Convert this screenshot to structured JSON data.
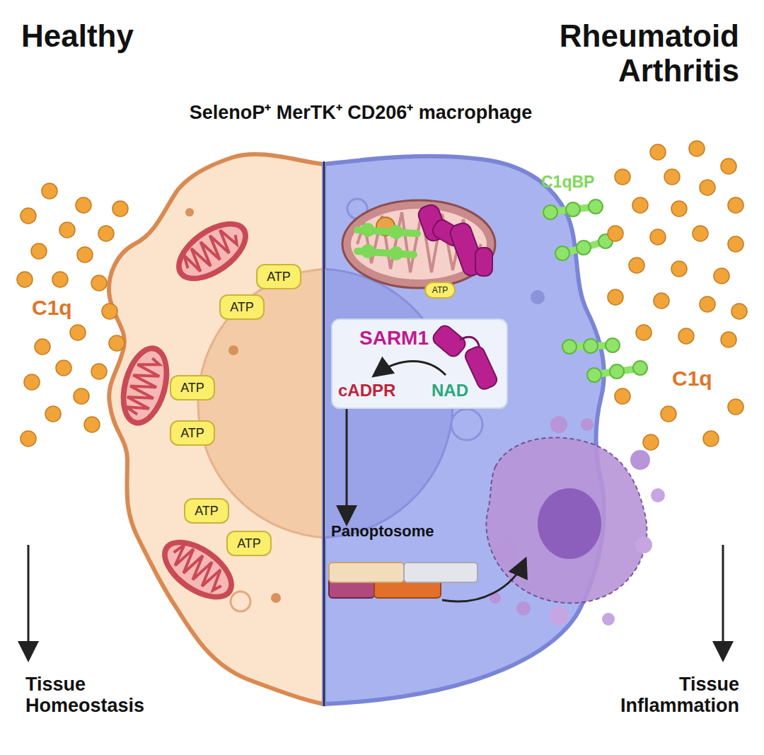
{
  "diagram": {
    "title": "SelenoP⁺ MerTK⁺ CD206⁺ macrophage",
    "nodes": [
      {
        "text": [
          "ATP"
        ]
      },
      {
        "text": [
          "ATP"
        ]
      },
      {
        "text": [
          "ATP"
        ]
      },
      {
        "text": [
          "ATP"
        ]
      },
      {
        "text": [
          "ATP"
        ]
      },
      {
        "text": [
          "ATP"
        ]
      },
      {
        "text": [
          "ATP"
        ]
      },
      {
        "text": [
          "SARM1",
          "cADPR",
          "NAD"
        ]
      },
      {
        "text": [
          "Panoptosome"
        ]
      }
    ],
    "edges": [
      {
        "from": 7,
        "to": 8,
        "arrow": "to"
      }
    ],
    "labels": [
      "Healthy",
      "Rheumatoid Arthritis",
      "C1q",
      "C1q",
      "C1qBP",
      "Tissue Homeostasis",
      "Tissue Inflammation"
    ]
  }
}
